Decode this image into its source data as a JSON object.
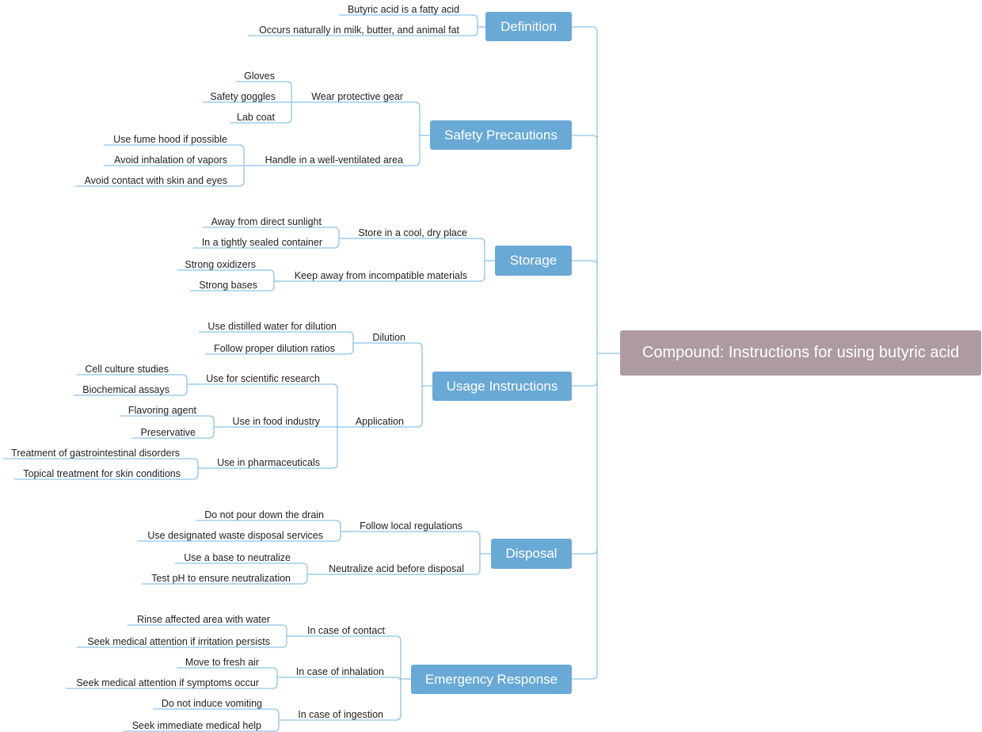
{
  "root": {
    "label": "Compound: Instructions for using butyric acid"
  },
  "branches": [
    {
      "label": "Definition",
      "children": [
        {
          "label": "Butyric acid is a fatty acid"
        },
        {
          "label": "Occurs naturally in milk, butter, and animal fat"
        }
      ]
    },
    {
      "label": "Safety Precautions",
      "children": [
        {
          "label": "Wear protective gear",
          "children": [
            {
              "label": "Gloves"
            },
            {
              "label": "Safety goggles"
            },
            {
              "label": "Lab coat"
            }
          ]
        },
        {
          "label": "Handle in a well-ventilated area",
          "children": [
            {
              "label": "Use fume hood if possible"
            },
            {
              "label": "Avoid inhalation of vapors"
            },
            {
              "label": "Avoid contact with skin and eyes"
            }
          ]
        }
      ]
    },
    {
      "label": "Storage",
      "children": [
        {
          "label": "Store in a cool, dry place",
          "children": [
            {
              "label": "Away from direct sunlight"
            },
            {
              "label": "In a tightly sealed container"
            }
          ]
        },
        {
          "label": "Keep away from incompatible materials",
          "children": [
            {
              "label": "Strong oxidizers"
            },
            {
              "label": "Strong bases"
            }
          ]
        }
      ]
    },
    {
      "label": "Usage Instructions",
      "children": [
        {
          "label": "Dilution",
          "children": [
            {
              "label": "Use distilled water for dilution"
            },
            {
              "label": "Follow proper dilution ratios"
            }
          ]
        },
        {
          "label": "Application",
          "children": [
            {
              "label": "Use for scientific research",
              "children": [
                {
                  "label": "Cell culture studies"
                },
                {
                  "label": "Biochemical assays"
                }
              ]
            },
            {
              "label": "Use in food industry",
              "children": [
                {
                  "label": "Flavoring agent"
                },
                {
                  "label": "Preservative"
                }
              ]
            },
            {
              "label": "Use in pharmaceuticals",
              "children": [
                {
                  "label": "Treatment of gastrointestinal disorders"
                },
                {
                  "label": "Topical treatment for skin conditions"
                }
              ]
            }
          ]
        }
      ]
    },
    {
      "label": "Disposal",
      "children": [
        {
          "label": "Follow local regulations",
          "children": [
            {
              "label": "Do not pour down the drain"
            },
            {
              "label": "Use designated waste disposal services"
            }
          ]
        },
        {
          "label": "Neutralize acid before disposal",
          "children": [
            {
              "label": "Use a base to neutralize"
            },
            {
              "label": "Test pH to ensure neutralization"
            }
          ]
        }
      ]
    },
    {
      "label": "Emergency Response",
      "children": [
        {
          "label": "In case of contact",
          "children": [
            {
              "label": "Rinse affected area with water"
            },
            {
              "label": "Seek medical attention if irritation persists"
            }
          ]
        },
        {
          "label": "In case of inhalation",
          "children": [
            {
              "label": "Move to fresh air"
            },
            {
              "label": "Seek medical attention if symptoms occur"
            }
          ]
        },
        {
          "label": "In case of ingestion",
          "children": [
            {
              "label": "Do not induce vomiting"
            },
            {
              "label": "Seek immediate medical help"
            }
          ]
        }
      ]
    }
  ]
}
